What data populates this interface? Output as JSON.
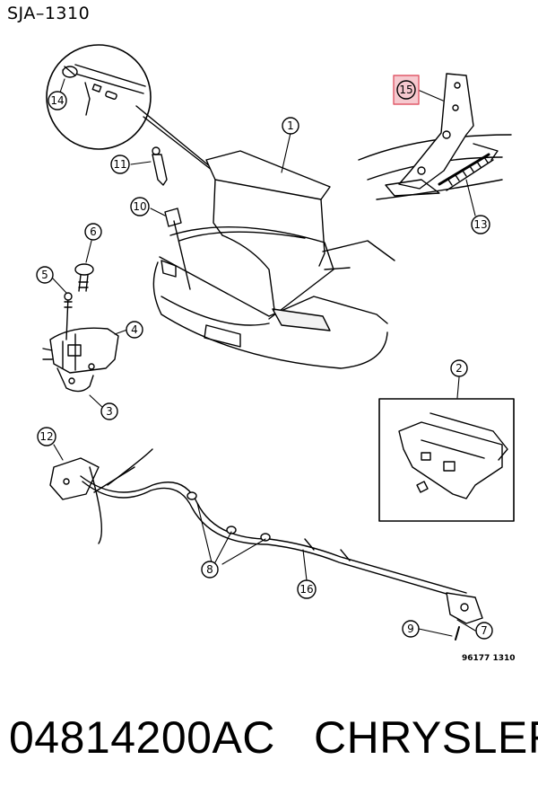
{
  "header": {
    "diagram_code": "SJA–1310"
  },
  "footer": {
    "part_number": "04814200AC",
    "brand": "CHRYSLER"
  },
  "illustration_code": "96177  1310",
  "highlight_color": "#e05a6a",
  "callouts": [
    {
      "id": "callout-1",
      "label": "1"
    },
    {
      "id": "callout-2",
      "label": "2"
    },
    {
      "id": "callout-3",
      "label": "3"
    },
    {
      "id": "callout-4",
      "label": "4"
    },
    {
      "id": "callout-5",
      "label": "5"
    },
    {
      "id": "callout-6",
      "label": "6"
    },
    {
      "id": "callout-7",
      "label": "7"
    },
    {
      "id": "callout-8",
      "label": "8"
    },
    {
      "id": "callout-9",
      "label": "9"
    },
    {
      "id": "callout-10",
      "label": "10"
    },
    {
      "id": "callout-11",
      "label": "11"
    },
    {
      "id": "callout-12",
      "label": "12"
    },
    {
      "id": "callout-13",
      "label": "13"
    },
    {
      "id": "callout-14",
      "label": "14"
    },
    {
      "id": "callout-15",
      "label": "15",
      "highlighted": true
    },
    {
      "id": "callout-16",
      "label": "16"
    }
  ]
}
